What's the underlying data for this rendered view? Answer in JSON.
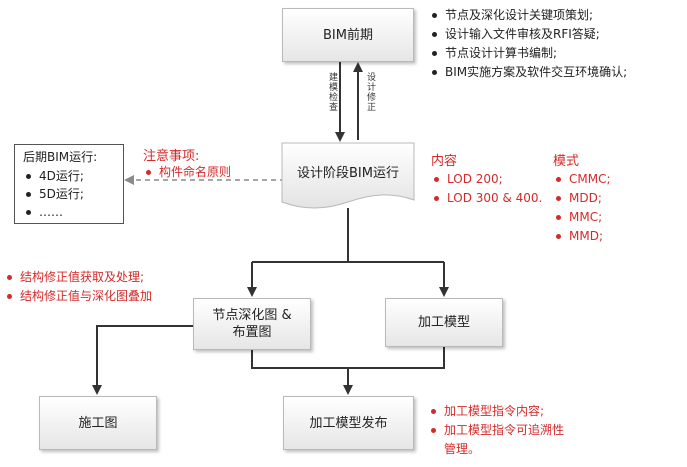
{
  "nodes": {
    "pre_bim": "BIM前期",
    "design_bim": "设计阶段BIM运行",
    "detail_drawing_line1": "节点深化图 &",
    "detail_drawing_line2": "布置图",
    "processing_model": "加工模型",
    "construction_drawing": "施工图",
    "processing_model_release": "加工模型发布"
  },
  "arrow_labels": {
    "down": "建模检查",
    "up": "设计修正"
  },
  "top_right_list": [
    "节点及深化设计关键项策划;",
    "设计输入文件审核及RFI答疑;",
    "节点设计计算书编制;",
    "BIM实施方案及软件交互环境确认;"
  ],
  "post_bim": {
    "title": "后期BIM运行:",
    "items": [
      "4D运行;",
      "5D运行;",
      "……"
    ]
  },
  "notes": {
    "title": "注意事项:",
    "items": [
      "构件命名原则"
    ]
  },
  "content": {
    "title": "内容",
    "items": [
      "LOD 200;",
      "LOD 300 & 400."
    ]
  },
  "mode": {
    "title": "模式",
    "items": [
      "CMMC;",
      "MDD;",
      "MMC;",
      "MMD;"
    ]
  },
  "structural_list": [
    "结构修正值获取及处理;",
    "结构修正值与深化图叠加"
  ],
  "release_list": [
    "加工模型指令内容;",
    "加工模型指令可追溯性"
  ],
  "release_tail": "管理。",
  "colors": {
    "accent_red": "#d42a2a",
    "line": "#333333",
    "dashed": "#8a8a8a"
  }
}
